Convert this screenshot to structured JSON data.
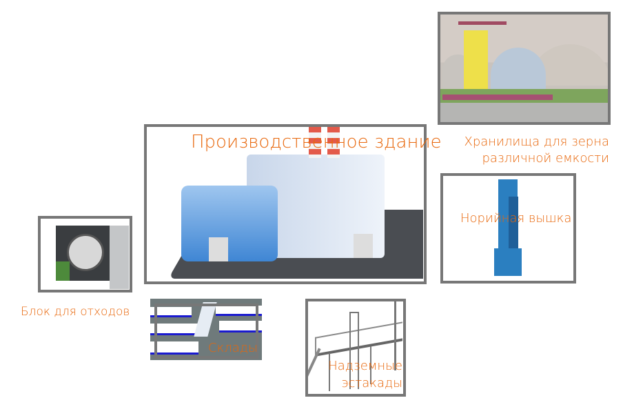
{
  "labels": {
    "production": "Производственное здание",
    "storage_line1": "Хранилища для зерна",
    "storage_line2": "различной емкости",
    "elevator": "Норийная вышка",
    "waste": "Блок для отходов",
    "warehouses": "Склады",
    "overpass_line1": "Надземные",
    "overpass_line2": "эстакады"
  },
  "colors": {
    "label": "#e8660a",
    "frame": "#777777"
  }
}
